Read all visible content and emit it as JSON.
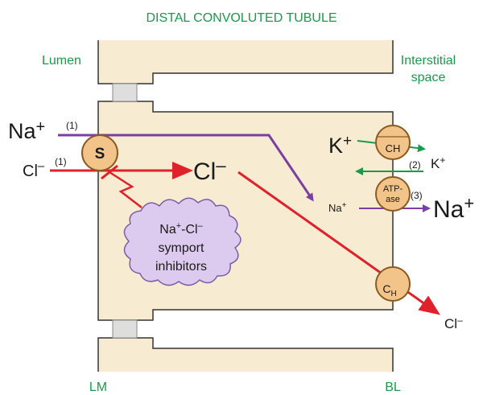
{
  "title": "DISTAL CONVOLUTED TUBULE",
  "labels": {
    "lumen": "Lumen",
    "interstitial_line1": "Interstitial",
    "interstitial_line2": "space",
    "lm": "LM",
    "bl": "BL"
  },
  "ions": {
    "na_lumen": "Na",
    "na_lumen_sup": "+",
    "na_lumen_step": "(1)",
    "cl_lumen": "Cl",
    "cl_lumen_sup": "–",
    "cl_lumen_step": "(1)",
    "cl_cell": "Cl",
    "cl_cell_sup": "–",
    "na_cell": "Na",
    "na_cell_sup": "+",
    "k_cell": "K",
    "k_cell_sup": "+",
    "k_out": "K",
    "k_out_sup": "+",
    "k_out_step": "(2)",
    "na_out": "Na",
    "na_out_sup": "+",
    "na_out_step": "(3)",
    "cl_out": "Cl",
    "cl_out_sup": "–"
  },
  "transporters": {
    "symporter": "S",
    "k_channel": "CH",
    "atpase_line1": "ATP-",
    "atpase_line2": "ase",
    "cl_channel_main": "C",
    "cl_channel_sub": "H"
  },
  "inhibitor": {
    "line1_a": "Na",
    "line1_sup1": "+",
    "line1_b": "-Cl",
    "line1_sup2": "–",
    "line2": "symport",
    "line3": "inhibitors"
  },
  "colors": {
    "cell": "#f7ecd2",
    "cell_stroke": "#333333",
    "junction": "#dedede",
    "transporter": "#f2c48a",
    "transporter_stroke": "#8a5a22",
    "green_text": "#1a9a4a",
    "purple_arrow": "#7a3fa0",
    "red_arrow": "#e0202a",
    "green_arrow": "#1a9a4a",
    "inhibitor_fill": "#dccbee",
    "inhibitor_stroke": "#7a5ca8"
  }
}
